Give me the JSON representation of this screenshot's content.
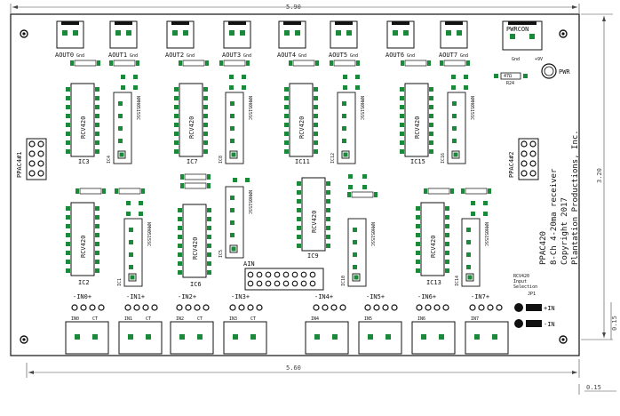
{
  "dimensions": {
    "top_width": "5.90",
    "bottom_width": "5.60",
    "right_height": "3.20",
    "right_small": "0.15",
    "corner_offset": "0.15"
  },
  "outputs": [
    {
      "label": "AOUT0",
      "gnd": "Gnd"
    },
    {
      "label": "AOUT1",
      "gnd": "Gnd"
    },
    {
      "label": "AOUT2",
      "gnd": "Gnd"
    },
    {
      "label": "AOUT3",
      "gnd": "Gnd"
    },
    {
      "label": "AOUT4",
      "gnd": "Gnd"
    },
    {
      "label": "AOUT5",
      "gnd": "Gnd"
    },
    {
      "label": "AOUT6",
      "gnd": "Gnd"
    },
    {
      "label": "AOUT7",
      "gnd": "Gnd"
    }
  ],
  "power": {
    "label": "PWRCON",
    "gnd": "Gnd",
    "plus": "+9V",
    "pwr": "PWR",
    "resistor": "47Ω",
    "rname": "R24"
  },
  "ic_rcv": [
    "IC3",
    "IC7",
    "IC11",
    "IC15",
    "IC2",
    "IC6",
    "IC9",
    "IC13"
  ],
  "ic_rcv_text": "RCV420",
  "ic_dc": [
    "IC4",
    "IC8",
    "IC12",
    "IC16",
    "IC1",
    "IC5",
    "IC10",
    "IC14"
  ],
  "ic_dc_text": "NMH0515SC",
  "center_ic": "IC9",
  "inputs_top": [
    "-IN0+",
    "-IN1+",
    "-IN2+",
    "-IN3+",
    "-IN4+",
    "-IN5+",
    "-IN6+",
    "-IN7+"
  ],
  "inputs_bottom": [
    {
      "a": "IN0",
      "b": "CT"
    },
    {
      "a": "IN1",
      "b": "CT"
    },
    {
      "a": "IN2",
      "b": "CT"
    },
    {
      "a": "IN3",
      "b": "CT"
    },
    {
      "a": "IN4",
      "b": ""
    },
    {
      "a": "IN5",
      "b": ""
    },
    {
      "a": "IN6",
      "b": ""
    },
    {
      "a": "IN7",
      "b": ""
    }
  ],
  "ppac1": "PPAC4#1",
  "ppac2": "PPAC4#2",
  "ain": "AIN",
  "vertical_text": [
    "PPAC420",
    "8-Ch 4-20ma receiver",
    "Copyright 2017",
    "Plantation Productions, Inc."
  ],
  "input_sel": {
    "title": "RCV420",
    "sub1": "Input",
    "sub2": "Selection",
    "jp": "JP1",
    "plus": "+IN",
    "minus": "-IN"
  }
}
